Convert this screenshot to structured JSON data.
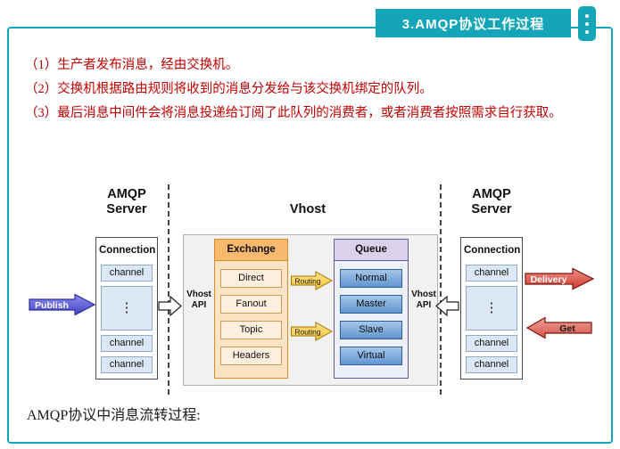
{
  "header": {
    "tab_label": "3.AMQP协议工作过程"
  },
  "intro": {
    "lines": [
      "（1）生产者发布消息，经由交换机。",
      "（2）交换机根据路由规则将收到的消息分发给与该交换机绑定的队列。",
      "（3）最后消息中间件会将消息投递给订阅了此队列的消费者，或者消费者按照需求自行获取。"
    ]
  },
  "diagram": {
    "left_server": {
      "title": "AMQP\nServer",
      "connection": "Connection",
      "channels": [
        "channel",
        "⋮",
        "channel",
        "channel"
      ],
      "publish": "Publish"
    },
    "vhost": {
      "title": "Vhost",
      "api_left": "Vhost\nAPI",
      "api_right": "Vhost\nAPI",
      "exchange": {
        "header": "Exchange",
        "rows": [
          "Direct",
          "Fanout",
          "Topic",
          "Headers"
        ]
      },
      "routing_top": "Routing",
      "routing_bottom": "Routing",
      "queue": {
        "header": "Queue",
        "rows": [
          "Normal",
          "Master",
          "Slave",
          "Virtual"
        ]
      }
    },
    "right_server": {
      "title": "AMQP\nServer",
      "connection": "Connection",
      "channels": [
        "channel",
        "⋮",
        "channel",
        "channel"
      ],
      "delivery": "Delivery",
      "get": "Get"
    }
  },
  "footer": {
    "caption": "AMQP协议中消息流转过程:"
  },
  "colors": {
    "accent_teal": "#14a5b8",
    "text_red": "#c00000",
    "publish_blue": "#5252cc",
    "delivery_red": "#d9453a",
    "routing_yellow": "#ffd34d",
    "exchange_orange": "#f6b96d",
    "queue_blue": "#6fa8dc",
    "queue_header_lavender": "#d9d2e9"
  }
}
